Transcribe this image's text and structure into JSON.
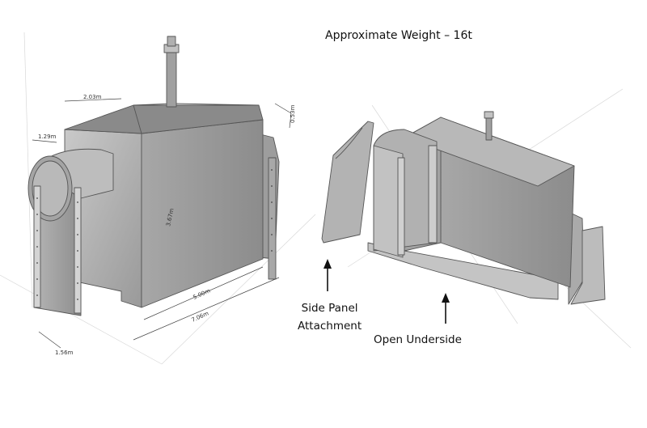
{
  "title": "Approximate Weight – 16t",
  "labels": {
    "side_panel_line1": "Side Panel",
    "side_panel_line2": "Attachment",
    "open_underside": "Open Underside"
  },
  "dimensions": {
    "top_width": "2.03m",
    "duct_width": "1.29m",
    "roof_height": "0.53m",
    "body_height": "3.67m",
    "body_length": "5.00m",
    "overall_length": "7.06m",
    "depth": "1.56m"
  }
}
